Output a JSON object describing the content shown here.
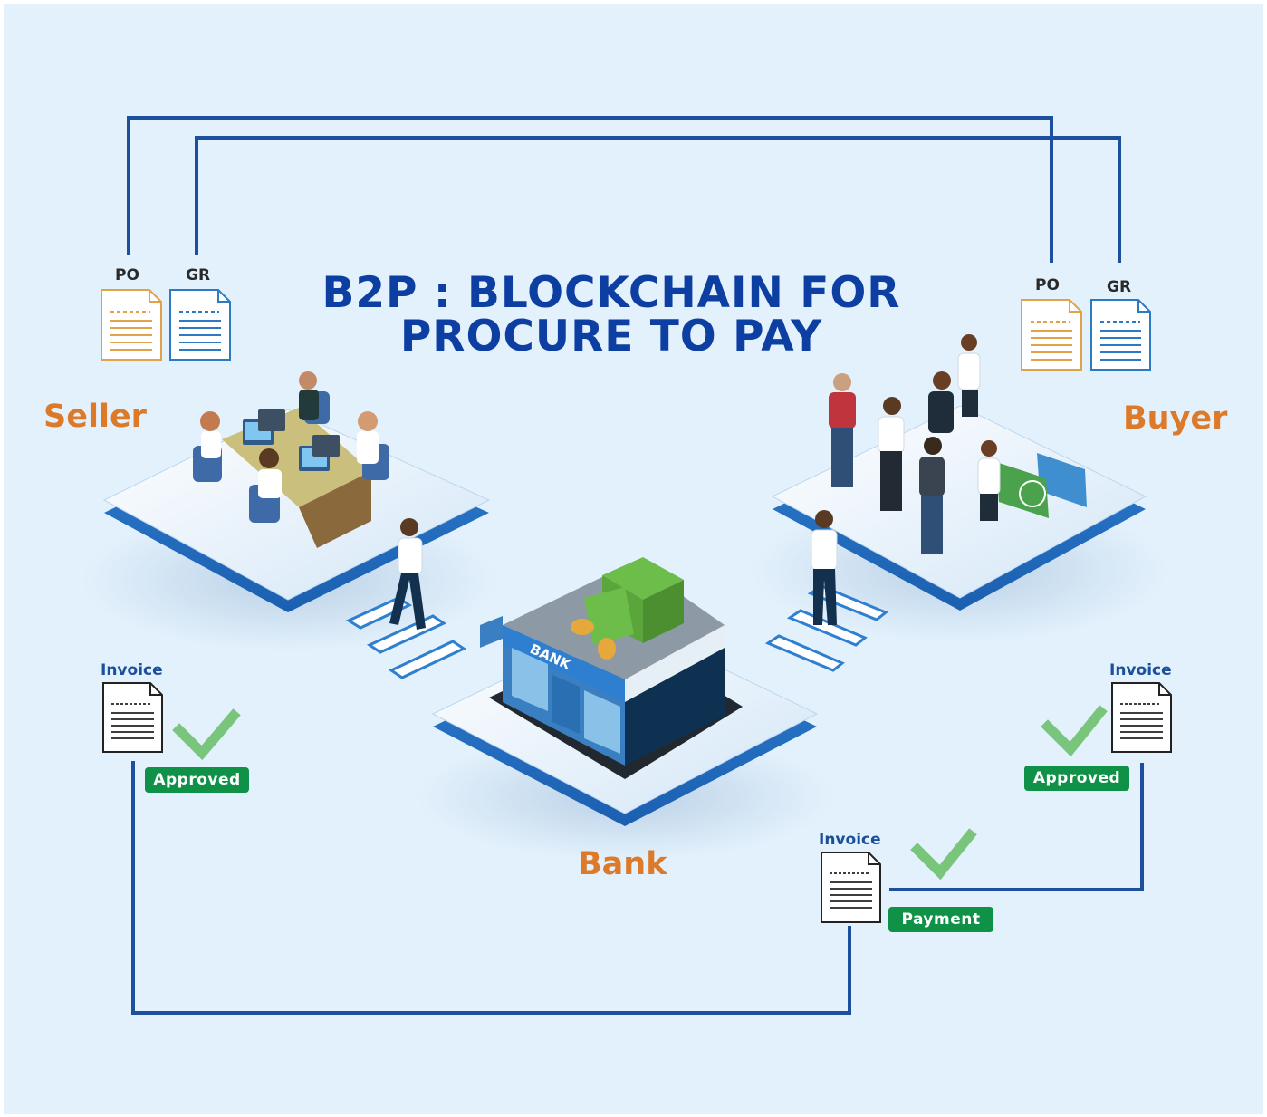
{
  "title_line1": "B2P : BLOCKCHAIN FOR",
  "title_line2": "PROCURE TO PAY",
  "seller": {
    "label": "Seller",
    "po_label": "PO",
    "gr_label": "GR",
    "invoice_label": "Invoice",
    "status": "Approved"
  },
  "buyer": {
    "label": "Buyer",
    "po_label": "PO",
    "gr_label": "GR",
    "invoice_label": "Invoice",
    "status": "Approved"
  },
  "bank": {
    "label": "Bank",
    "sign_text": "BANK",
    "invoice_label": "Invoice",
    "status": "Payment"
  },
  "colors": {
    "background": "#e3f1fc",
    "connector": "#1d4f9f",
    "title": "#0d3fa3",
    "role_label": "#dd7a2a",
    "badge": "#0f9247",
    "check": "#6cc06d",
    "po_doc": "#e2a24a",
    "gr_doc": "#2c79c4"
  }
}
